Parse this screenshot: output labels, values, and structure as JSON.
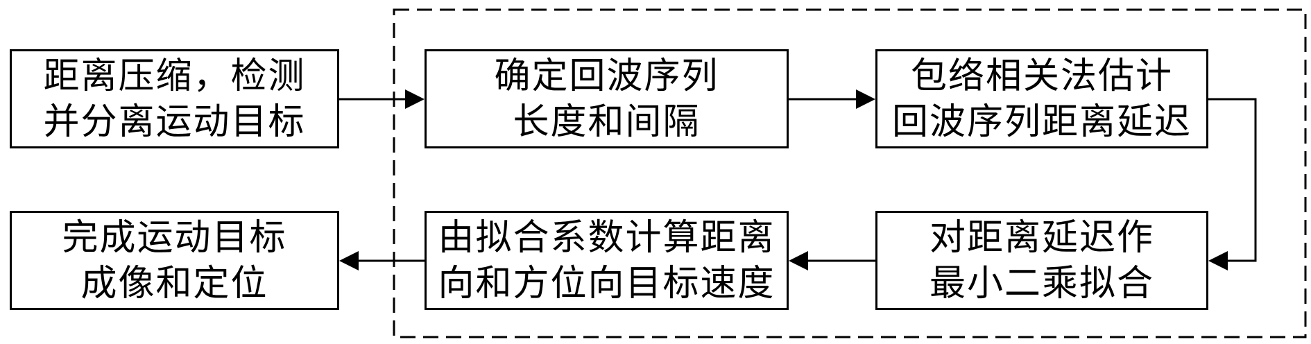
{
  "boxes": {
    "detect": {
      "line1": "距离压缩，检测",
      "line2": "并分离运动目标"
    },
    "determine": {
      "line1": "确定回波序列",
      "line2": "长度和间隔"
    },
    "envelope": {
      "line1": "包络相关法估计",
      "line2": "回波序列距离延迟"
    },
    "lsfit": {
      "line1": "对距离延迟作",
      "line2": "最小二乘拟合"
    },
    "velocity": {
      "line1": "由拟合系数计算距离",
      "line2": "向和方位向目标速度"
    },
    "imaging": {
      "line1": "完成运动目标",
      "line2": "成像和定位"
    }
  },
  "colors": {
    "stroke": "#000000",
    "background": "#ffffff"
  }
}
